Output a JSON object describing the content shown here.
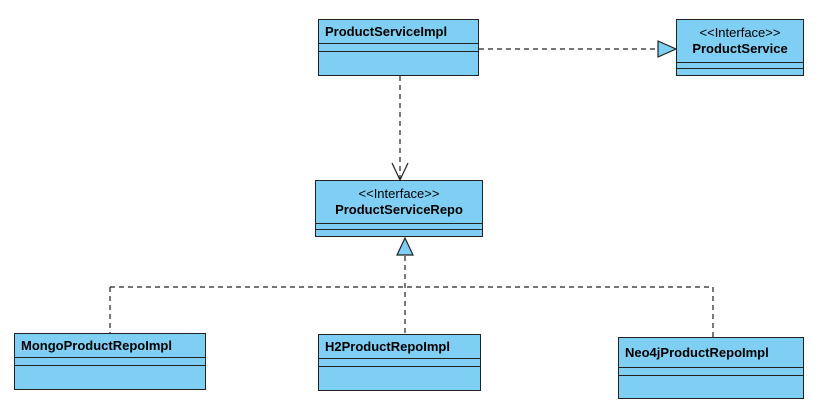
{
  "diagram": {
    "type": "uml-class-diagram",
    "colors": {
      "class_fill": "#7ecff3",
      "class_border": "#222222",
      "edge": "#222222",
      "arrow_fill_realization": "#7ecff3"
    },
    "classes": {
      "product_service_impl": {
        "name": "ProductServiceImpl",
        "stereotype": ""
      },
      "product_service": {
        "name": "ProductService",
        "stereotype": "<<Interface>>"
      },
      "product_service_repo": {
        "name": "ProductServiceRepo",
        "stereotype": "<<Interface>>"
      },
      "mongo_product_repo_impl": {
        "name": "MongoProductRepoImpl",
        "stereotype": ""
      },
      "h2_product_repo_impl": {
        "name": "H2ProductRepoImpl",
        "stereotype": ""
      },
      "neo4j_product_repo_impl": {
        "name": "Neo4jProductRepoImpl",
        "stereotype": ""
      }
    },
    "relations": [
      {
        "type": "realization",
        "from": "ProductServiceImpl",
        "to": "ProductService"
      },
      {
        "type": "dependency",
        "from": "ProductServiceImpl",
        "to": "ProductServiceRepo"
      },
      {
        "type": "realization",
        "from": "MongoProductRepoImpl",
        "to": "ProductServiceRepo"
      },
      {
        "type": "realization",
        "from": "H2ProductRepoImpl",
        "to": "ProductServiceRepo"
      },
      {
        "type": "realization",
        "from": "Neo4jProductRepoImpl",
        "to": "ProductServiceRepo"
      }
    ]
  }
}
